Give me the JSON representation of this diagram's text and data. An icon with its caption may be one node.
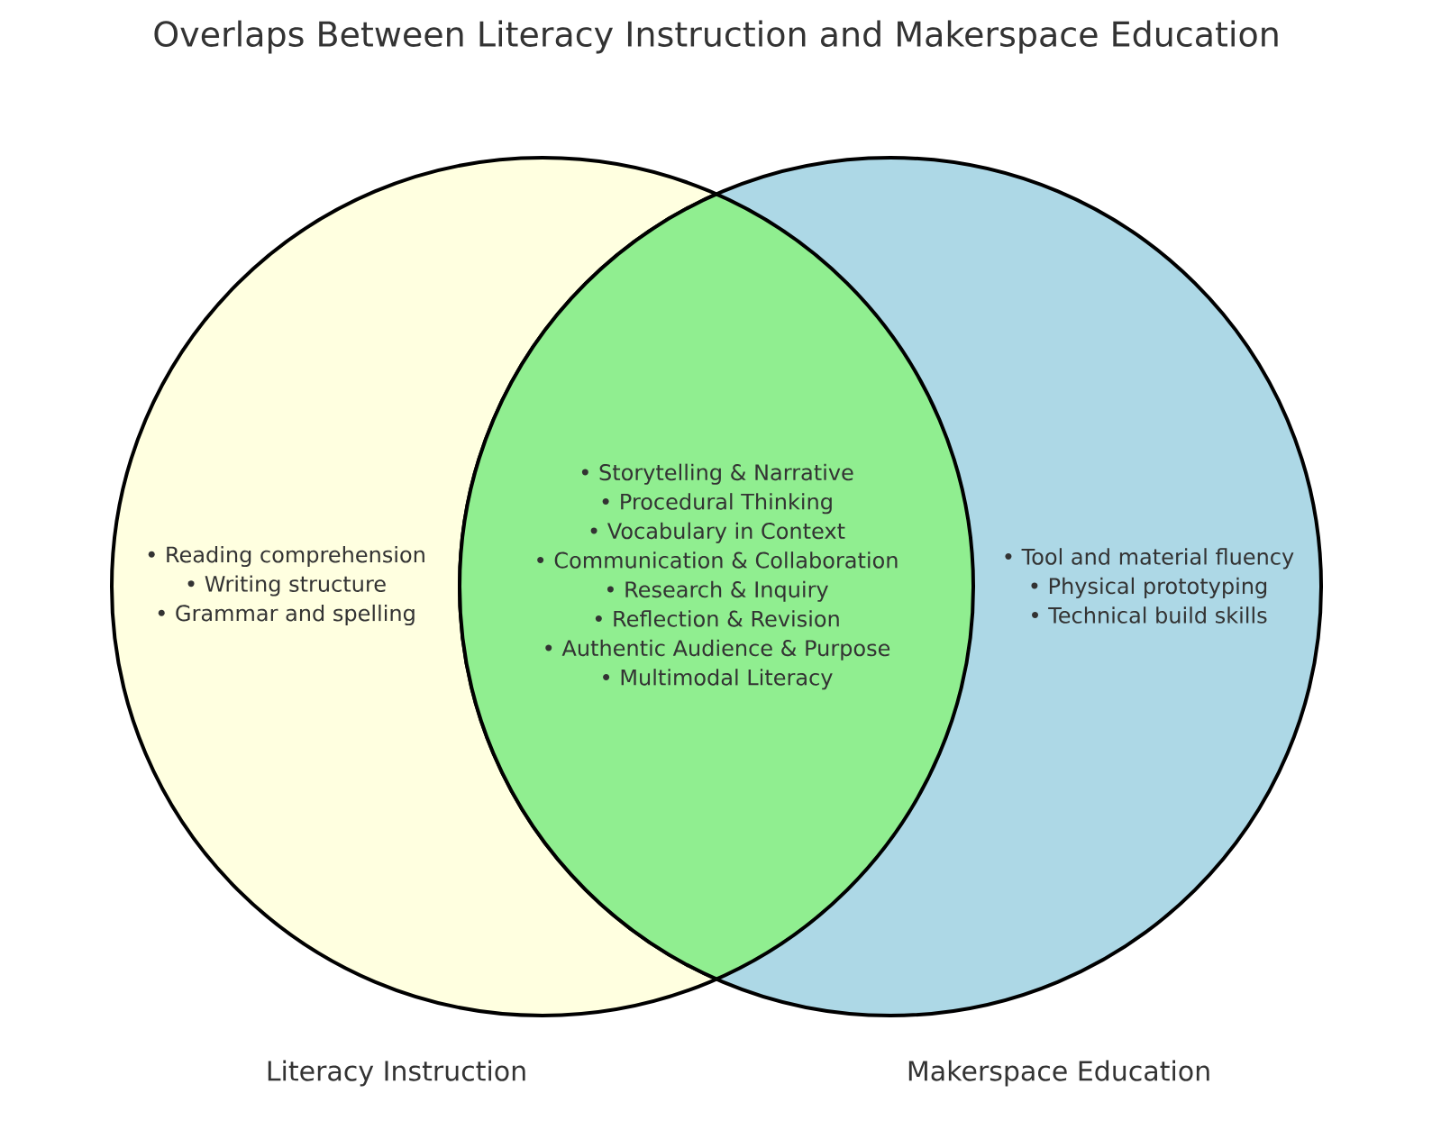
{
  "diagram": {
    "title": "Overlaps Between Literacy Instruction and Makerspace Education",
    "nodes": [
      {
        "text": [
          "• Reading comprehension",
          "• Writing structure",
          "• Grammar and spelling",
          "Literacy Instruction"
        ]
      },
      {
        "text": [
          "• Tool and material fluency",
          "• Physical prototyping",
          "• Technical build skills",
          "Makerspace Education"
        ]
      },
      {
        "text": [
          "• Storytelling & Narrative",
          "• Procedural Thinking",
          "• Vocabulary in Context",
          "• Communication & Collaboration",
          "• Research & Inquiry",
          "• Reflection & Revision",
          "• Authentic Audience & Purpose",
          "• Multimodal Literacy"
        ]
      }
    ]
  }
}
